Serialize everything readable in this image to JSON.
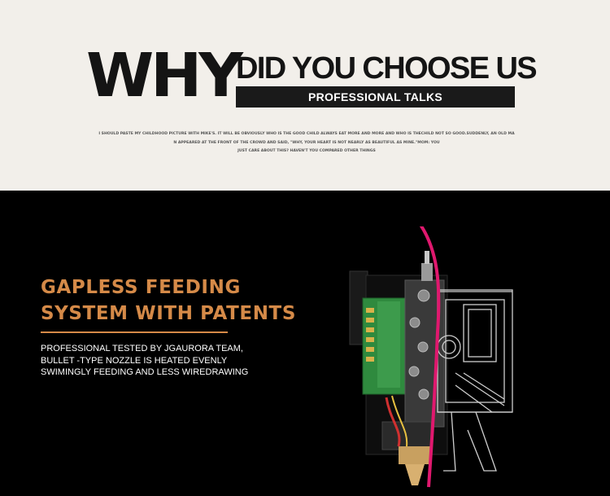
{
  "header": {
    "why": "WHY",
    "headline": "DID YOU CHOOSE US",
    "subheading": "PROFESSIONAL TALKS",
    "blurb_lines": [
      "I SHOULD PASTE MY CHILDHOOD PICTURE WITH MIKE'S. IT WILL BE OBVIOUSLY WHO IS THE GOOD CHILD ALWAYS EAT MORE AND MORE AND WHO IS THECHILD NOT SO GOOD.SUDDENLY, AN OLD MA",
      "N APPEARED AT THE FRONT OF THE CROWD AND SAID, \"WHY, YOUR HEART IS NOT NEARLY AS BEAUTIFUL AS MINE.\"MOM: YOU",
      "JUST CARE ABOUT THIS? HAVEN'T YOU COMPARED OTHER THINGS"
    ]
  },
  "feature": {
    "title_lines": [
      "GAPLESS FEEDING",
      "SYSTEM WITH PATENTS"
    ],
    "description_lines": [
      "PROFESSIONAL TESTED BY JGAURORA TEAM,",
      "BULLET -TYPE NOZZLE IS HEATED EVENLY",
      "SWIMINGLY FEEDING AND LESS WIREDRAWING"
    ],
    "colors": {
      "accent": "#d58a48",
      "filament": "#e0186e",
      "pcb": "#2f8a3e",
      "background": "#000000",
      "header_bg": "#f2efea"
    },
    "illustration": "extruder-nozzle-cutaway-illustration"
  }
}
